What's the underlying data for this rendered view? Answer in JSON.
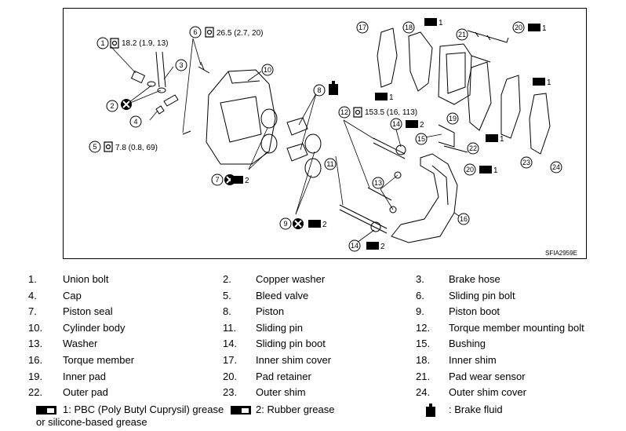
{
  "figure": {
    "code": "SFIA2959E",
    "callouts": {
      "c1": "18.2 (1.9, 13)",
      "c6": "26.5 (2.7, 20)",
      "c5": "7.8 (0.8, 69)",
      "c12": "153.5 (16, 113)",
      "g1": "1",
      "g2": "2"
    },
    "labels": [
      "1",
      "2",
      "3",
      "4",
      "5",
      "6",
      "7",
      "8",
      "9",
      "10",
      "11",
      "12",
      "13",
      "14",
      "15",
      "16",
      "17",
      "18",
      "19",
      "20",
      "21",
      "22",
      "23",
      "24"
    ]
  },
  "parts": [
    {
      "num": "1.",
      "name": "Union bolt"
    },
    {
      "num": "2.",
      "name": "Copper washer"
    },
    {
      "num": "3.",
      "name": "Brake hose"
    },
    {
      "num": "4.",
      "name": "Cap"
    },
    {
      "num": "5.",
      "name": "Bleed valve"
    },
    {
      "num": "6.",
      "name": "Sliding pin bolt"
    },
    {
      "num": "7.",
      "name": "Piston seal"
    },
    {
      "num": "8.",
      "name": "Piston"
    },
    {
      "num": "9.",
      "name": "Piston boot"
    },
    {
      "num": "10.",
      "name": "Cylinder body"
    },
    {
      "num": "11.",
      "name": "Sliding pin"
    },
    {
      "num": "12.",
      "name": "Torque member mounting bolt"
    },
    {
      "num": "13.",
      "name": "Washer"
    },
    {
      "num": "14.",
      "name": "Sliding pin boot"
    },
    {
      "num": "15.",
      "name": "Bushing"
    },
    {
      "num": "16.",
      "name": "Torque member"
    },
    {
      "num": "17.",
      "name": "Inner shim cover"
    },
    {
      "num": "18.",
      "name": "Inner shim"
    },
    {
      "num": "19.",
      "name": "Inner pad"
    },
    {
      "num": "20.",
      "name": "Pad retainer"
    },
    {
      "num": "21.",
      "name": "Pad wear sensor"
    },
    {
      "num": "22.",
      "name": "Outer pad"
    },
    {
      "num": "23.",
      "name": "Outer shim"
    },
    {
      "num": "24.",
      "name": "Outer shim cover"
    }
  ],
  "key": {
    "grease1_line1": "1: PBC (Poly Butyl Cuprysil) grease",
    "grease1_line2": "or silicone-based grease",
    "grease2": "2: Rubber grease",
    "fluid": ": Brake fluid"
  }
}
